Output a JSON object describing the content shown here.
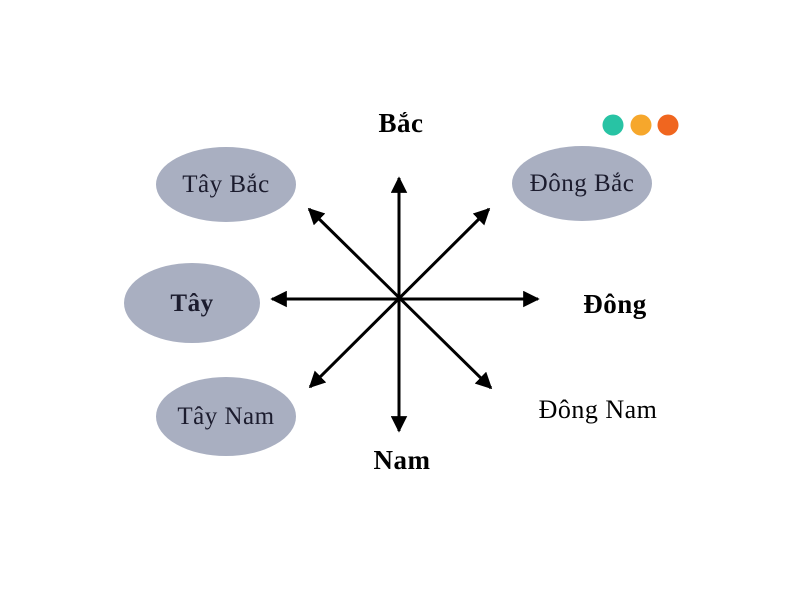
{
  "diagram": {
    "type": "compass-rose",
    "cardinal": {
      "north": "Bắc",
      "east": "Đông",
      "south": "Nam",
      "west": "Tây"
    },
    "intercardinal": {
      "northwest": "Tây Bắc",
      "northeast": "Đông Bắc",
      "southwest": "Tây Nam",
      "southeast": "Đông Nam"
    }
  },
  "decoration": {
    "dots": [
      {
        "name": "teal-dot",
        "color": "#28c3a4"
      },
      {
        "name": "amber-dot",
        "color": "#f6a72c"
      },
      {
        "name": "orange-dot",
        "color": "#f0661f"
      }
    ]
  },
  "colors": {
    "background": "#ffffff",
    "arrow": "#000000",
    "ellipse_fill": "#a9afc1",
    "ellipse_text": "#1c1c2e",
    "label_text": "#000000"
  }
}
